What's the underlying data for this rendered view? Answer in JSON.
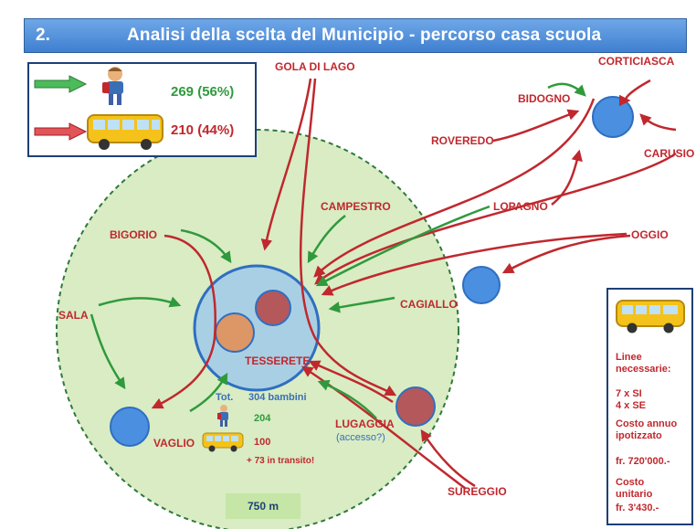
{
  "title": {
    "number": "2.",
    "text": "Analisi della scelta del Municipio - percorso casa scuola"
  },
  "legend": {
    "walk": {
      "icon": "walking-child-icon",
      "value": "269 (56%)",
      "color": "#2f9a3c"
    },
    "bus": {
      "icon": "school-bus-icon",
      "value": "210 (44%)",
      "color": "#c0282e"
    }
  },
  "places": {
    "gola_di_lago": "GOLA DI LAGO",
    "corticiasca": "CORTICIASCA",
    "bidogno": "BIDOGNO",
    "roveredo": "ROVEREDO",
    "carusio": "CARUSIO",
    "campestro": "CAMPESTRO",
    "lopagno": "LOPAGNO",
    "oggio": "OGGIO",
    "bigorio": "BIGORIO",
    "sala": "SALA",
    "cagiallo": "CAGIALLO",
    "tesserete": "TESSERETE",
    "lugaggia": "LUGAGGIA",
    "lugaggia_note": "(accesso?)",
    "vaglio": "VAGLIO",
    "sureggio": "SUREGGIO"
  },
  "stats": {
    "total_label": "Tot.",
    "total_value": "304 bambini",
    "walk_value": "204",
    "bus_value": "100",
    "transit": "+ 73 in transito!"
  },
  "side_panel": {
    "icon": "school-bus-icon",
    "lines_label": "Linee necessarie:",
    "lines_si": "7 x SI",
    "lines_se": "4 x SE",
    "cost_label": "Costo annuo ipotizzato",
    "cost_value": "fr. 720'000.-",
    "unit_label": "Costo unitario",
    "unit_value": "fr. 3'430.-"
  },
  "scale": "750 m",
  "colors": {
    "walk": "#2f9a3c",
    "bus": "#c0282e",
    "area": "#d9ecc4",
    "node": "#4a8fe0"
  }
}
